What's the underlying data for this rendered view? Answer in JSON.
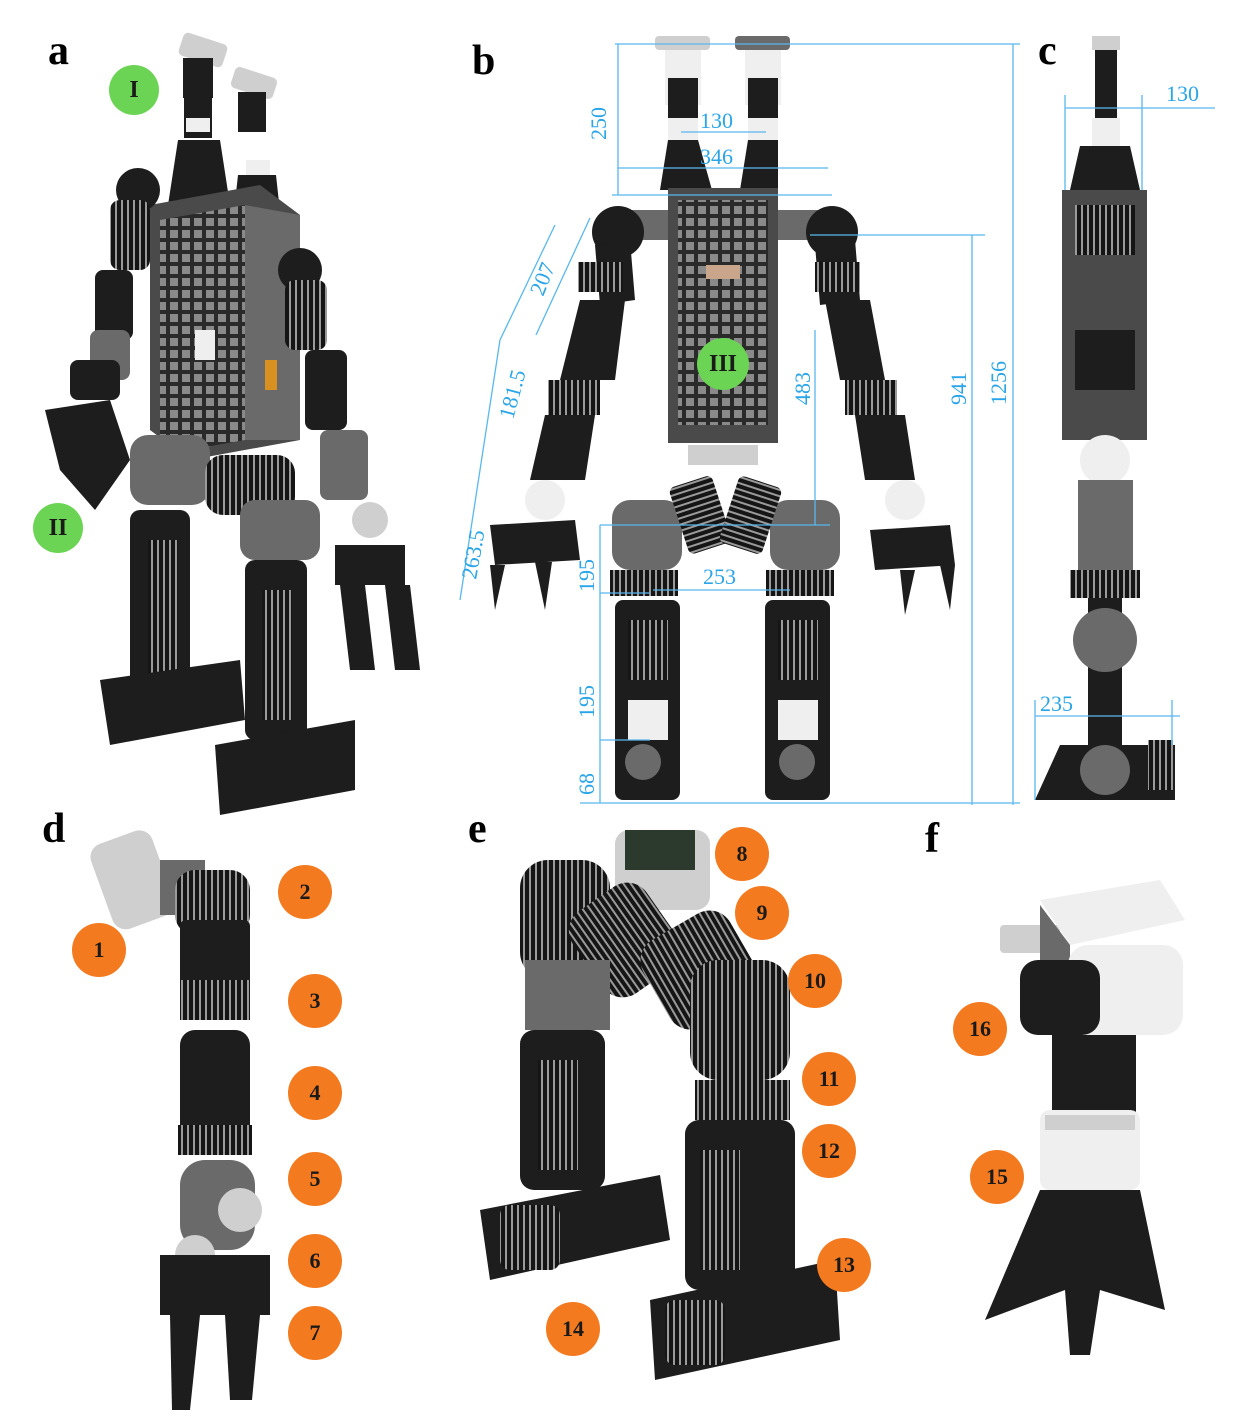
{
  "panels": {
    "a": {
      "letter": "a",
      "badges": [
        "I",
        "II"
      ]
    },
    "b": {
      "letter": "b",
      "badge": "III",
      "dimensions": [
        "250",
        "130",
        "346",
        "207",
        "181.5",
        "263.5",
        "483",
        "941",
        "1256",
        "195",
        "253",
        "195",
        "68"
      ]
    },
    "c": {
      "letter": "c",
      "dimensions": [
        "130",
        "235"
      ]
    },
    "d": {
      "letter": "d",
      "badges": [
        "1",
        "2",
        "3",
        "4",
        "5",
        "6",
        "7"
      ]
    },
    "e": {
      "letter": "e",
      "badges": [
        "8",
        "9",
        "10",
        "11",
        "12",
        "13",
        "14"
      ]
    },
    "f": {
      "letter": "f",
      "badges": [
        "16",
        "15"
      ]
    }
  },
  "colors": {
    "dimension": "#2aa5e8",
    "badge_green": "#6cd455",
    "badge_orange": "#f47a20"
  }
}
